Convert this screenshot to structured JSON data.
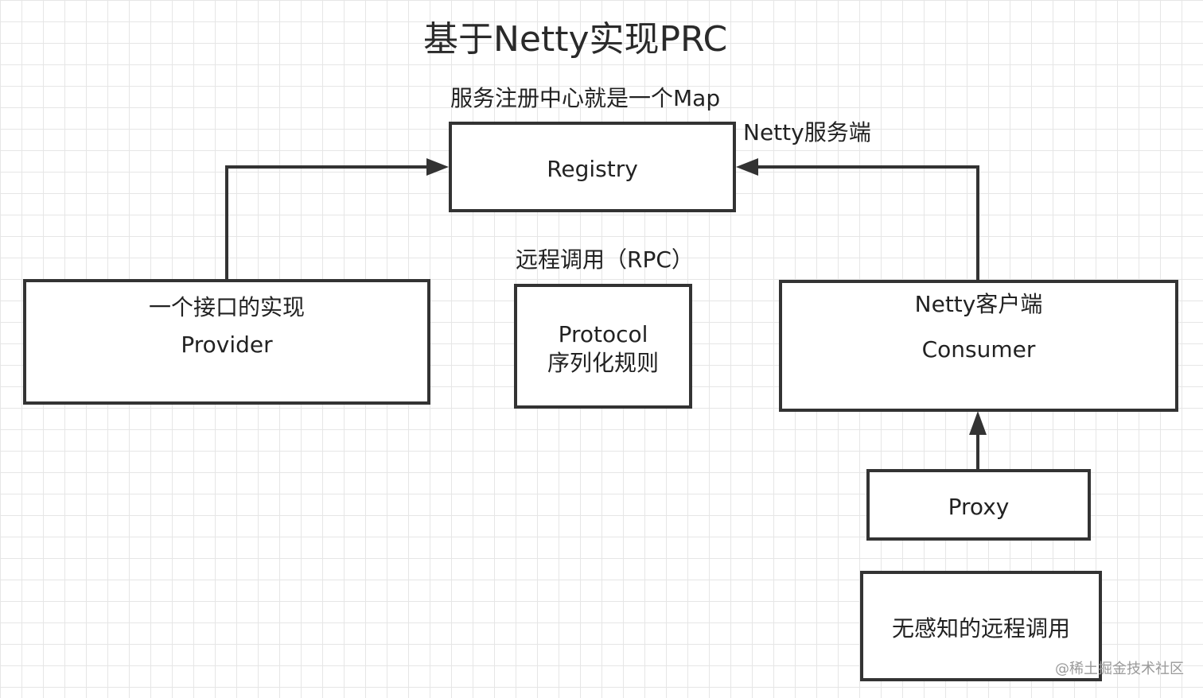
{
  "title": "基于Netty实现PRC",
  "annotations": {
    "registry_note": "服务注册中心就是一个Map",
    "server_note": "Netty服务端",
    "rpc_note": "远程调用（RPC）"
  },
  "nodes": {
    "registry": {
      "label": "Registry"
    },
    "provider": {
      "line1": "一个接口的实现",
      "line2": "Provider"
    },
    "protocol": {
      "line1": "Protocol",
      "line2": "序列化规则"
    },
    "consumer": {
      "line1": "Netty客户端",
      "line2": "Consumer"
    },
    "proxy": {
      "label": "Proxy"
    },
    "transparent_call": {
      "label": "无感知的远程调用"
    }
  },
  "edges": [
    {
      "from": "provider",
      "to": "registry"
    },
    {
      "from": "consumer",
      "to": "registry"
    },
    {
      "from": "proxy",
      "to": "consumer"
    }
  ],
  "watermark": "@稀土掘金技术社区",
  "colors": {
    "stroke": "#333333",
    "grid": "#e6e6e6",
    "text": "#222222",
    "watermark": "#9a9a9a"
  }
}
